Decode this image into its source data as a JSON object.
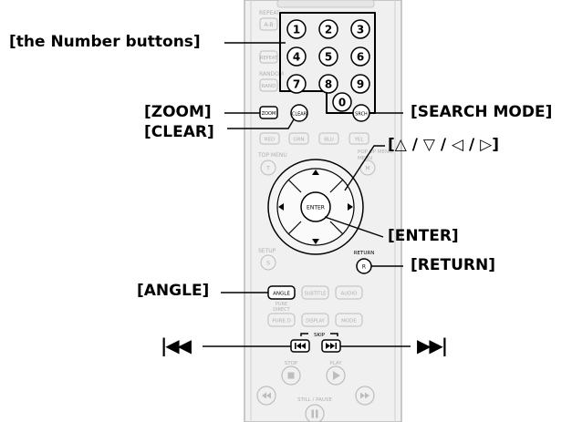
{
  "callouts": {
    "number_buttons": "[the Number buttons]",
    "zoom": "[ZOOM]",
    "clear": "[CLEAR]",
    "search_mode": "[SEARCH MODE]",
    "arrows": "[△ / ▽ / ◁ / ▷]",
    "enter": "[ENTER]",
    "return": "[RETURN]",
    "angle": "[ANGLE]",
    "skip_back": "|◀◀",
    "skip_forward": "▶▶|"
  },
  "remote": {
    "number_keys": [
      "1",
      "2",
      "3",
      "4",
      "5",
      "6",
      "7",
      "8",
      "9",
      "0"
    ],
    "labels": {
      "repeat_top": "REPEAT",
      "ab": "A-B",
      "repeat": "REPEAT",
      "random": "RANDOM",
      "rand": "RAND",
      "zoom": "ZOOM",
      "clear": "CLEAR",
      "search": "SRCH",
      "red": "RED",
      "grn": "GRN",
      "blu": "BLU",
      "yel": "YEL",
      "top_menu": "TOP MENU",
      "t": "T",
      "popup_menu": "POP UP MENU/",
      "menu": "MENU",
      "m": "M",
      "enter": "ENTER",
      "setup": "SETUP",
      "s": "S",
      "return": "RETURN",
      "r": "R",
      "angle": "ANGLE",
      "subtitle": "SUBTITLE",
      "audio": "AUDIO",
      "pure": "PURE",
      "direct": "DIRECT",
      "pure_d": "PURE.D",
      "display": "DISPLAY",
      "mode": "MODE",
      "skip": "SKIP",
      "stop": "STOP",
      "play": "PLAY",
      "still_pause": "STILL / PAUSE"
    }
  },
  "colors": {
    "remote_body": "#f0f0f0",
    "faded_outline": "#bdbdbd",
    "faded_text": "#b0b0b0",
    "highlight": "#000000"
  }
}
